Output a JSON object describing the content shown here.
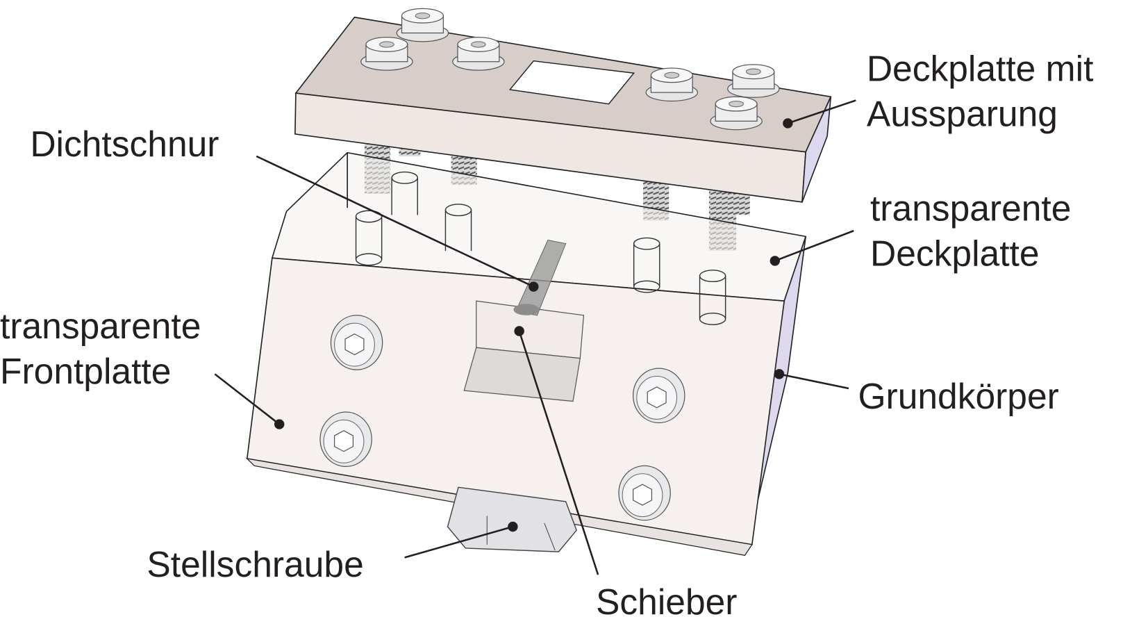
{
  "labels": {
    "cover_plate": [
      "Deckplatte mit",
      "Aussparung"
    ],
    "sealing_cord": "Dichtschnur",
    "transparent_cover": [
      "transparente",
      "Deckplatte"
    ],
    "transparent_front": [
      "transparente",
      "Frontplatte"
    ],
    "base_body": "Grundkörper",
    "adjusting_screw": "Stellschraube",
    "slider": "Schieber"
  },
  "colors": {
    "plate": "#efe7e3",
    "plate_top": "#d9cfcb",
    "glass": "#f3efec",
    "side": "#ddd8ee",
    "text": "#231f20"
  }
}
